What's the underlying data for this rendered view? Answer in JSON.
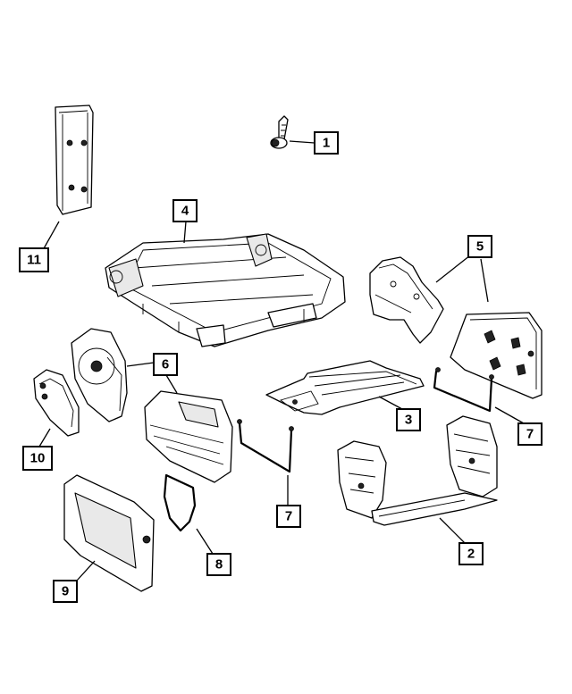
{
  "callouts": [
    {
      "id": "c1",
      "label": "1"
    },
    {
      "id": "c2",
      "label": "2"
    },
    {
      "id": "c3",
      "label": "3"
    },
    {
      "id": "c4",
      "label": "4"
    },
    {
      "id": "c5",
      "label": "5"
    },
    {
      "id": "c6",
      "label": "6"
    },
    {
      "id": "c7a",
      "label": "7"
    },
    {
      "id": "c7b",
      "label": "7"
    },
    {
      "id": "c8",
      "label": "8"
    },
    {
      "id": "c9",
      "label": "9"
    },
    {
      "id": "c10",
      "label": "10"
    },
    {
      "id": "c11",
      "label": "11"
    }
  ]
}
